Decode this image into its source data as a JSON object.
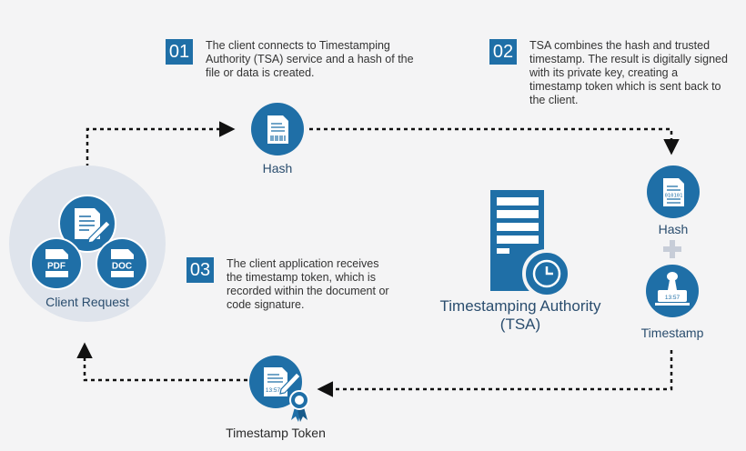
{
  "steps": [
    {
      "num": "01",
      "text": "The client connects to Timestamping Authority (TSA) service and a hash of the file or data is created."
    },
    {
      "num": "02",
      "text": "TSA combines the hash and trusted timestamp. The result is digitally signed with its private key, creating a timestamp token which is sent back to the client."
    },
    {
      "num": "03",
      "text": "The client application receives the timestamp token, which is recorded within the document or code signature."
    }
  ],
  "nodes": {
    "client_request": "Client Request",
    "hash_top": "Hash",
    "hash_right": "Hash",
    "timestamp": "Timestamp",
    "timestamp_token": "Timestamp Token",
    "tsa_line1": "Timestamping Authority",
    "tsa_line2": "(TSA)"
  },
  "icons": {
    "pdf": "PDF",
    "doc": "DOC",
    "barcode_doc": "barcode-document-icon",
    "binary_doc": "binary-document-icon",
    "binary_text": "010101",
    "stamp_time": "13:57",
    "token_time": "13:57"
  },
  "colors": {
    "primary": "#1f6fa7",
    "primary_dark": "#175a8a",
    "circle_bg": "#dfe4ec",
    "arrow": "#111111"
  }
}
